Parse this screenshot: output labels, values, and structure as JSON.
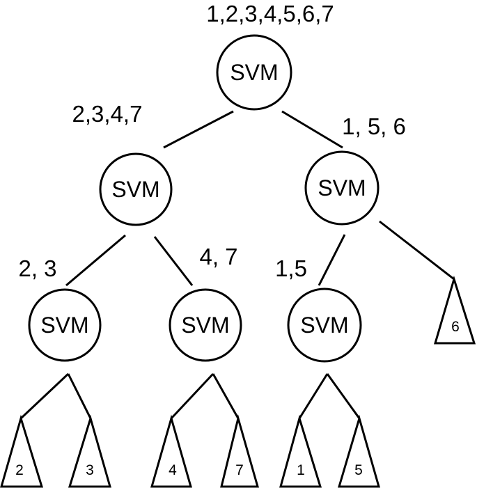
{
  "tree": {
    "node_text": "SVM",
    "sets": {
      "root": "1,2,3,4,5,6,7",
      "left": "2,3,4,7",
      "right": "1, 5, 6",
      "left_left": "2, 3",
      "left_right": "4, 7",
      "right_left": "1,5"
    },
    "leaves": {
      "leaf_2": "2",
      "leaf_3": "3",
      "leaf_4": "4",
      "leaf_7": "7",
      "leaf_1": "1",
      "leaf_5": "5",
      "leaf_6": "6"
    }
  }
}
